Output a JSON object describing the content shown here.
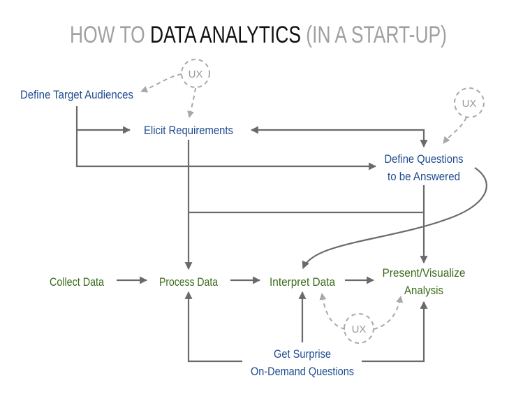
{
  "title": {
    "prefix": "HOW TO ",
    "main": "DATA ANALYTICS",
    "suffix": " (IN A START-UP)"
  },
  "nodes": {
    "define_target_audiences": "Define Target Audiences",
    "elicit_requirements": "Elicit Requirements",
    "define_questions_line1": "Define Questions",
    "define_questions_line2": "to be Answered",
    "collect_data": "Collect Data",
    "process_data": "Process Data",
    "interpret_data": "Interpret Data",
    "present_line1": "Present/Visualize",
    "present_line2": "Analysis",
    "surprise_line1": "Get Surprise",
    "surprise_line2": "On-Demand Questions"
  },
  "ux_label": "UX",
  "colors": {
    "planning": "#1f4b8f",
    "pipeline": "#3b6a1c",
    "title_light": "#a0a0a0",
    "title_dark": "#111111"
  }
}
